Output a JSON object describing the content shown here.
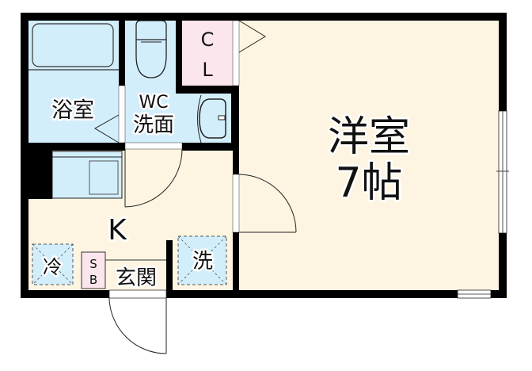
{
  "floorplan": {
    "colors": {
      "wet_area": "#d3eefb",
      "living_floor": "#fdf5e1",
      "closet": "#fbe6ee",
      "wall": "#000000",
      "outline": "#222222"
    },
    "rooms": {
      "bath": {
        "label": "浴室"
      },
      "wc_washroom": {
        "label_line1": "WC",
        "label_line2": "洗面"
      },
      "closet": {
        "label_line1": "C",
        "label_line2": "L"
      },
      "western_room": {
        "label_line1": "洋室",
        "label_line2": "7帖"
      },
      "kitchen": {
        "label": "K"
      },
      "fridge_space": {
        "label": "冷"
      },
      "shoe_box": {
        "label_line1": "S",
        "label_line2": "B"
      },
      "entrance": {
        "label": "玄関"
      },
      "washer_space": {
        "label": "洗"
      }
    }
  }
}
